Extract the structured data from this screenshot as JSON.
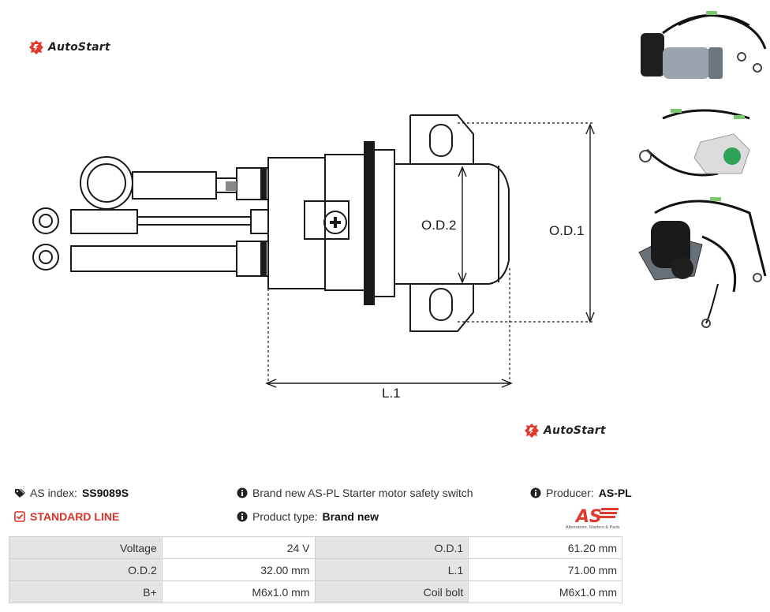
{
  "brand": {
    "name": "AutoStart",
    "icon": "autostart-logo-icon",
    "accent": "#e03a2f"
  },
  "drawing": {
    "labels": {
      "od2": "O.D.2",
      "od1": "O.D.1",
      "l1": "L.1"
    }
  },
  "info": {
    "as_index_label": "AS index:",
    "as_index_value": "SS9089S",
    "standard_line": "STANDARD LINE",
    "description": "Brand new AS-PL Starter motor safety switch",
    "product_type_label": "Product type:",
    "product_type_value": "Brand new",
    "producer_label": "Producer:",
    "producer_value": "AS-PL"
  },
  "producer_logo": {
    "text": "AS",
    "tagline": "Alternators, Starters & Parts",
    "color": "#e03a2f"
  },
  "specs": [
    [
      {
        "label": "Voltage",
        "value": "24 V"
      },
      {
        "label": "O.D.1",
        "value": "61.20 mm"
      }
    ],
    [
      {
        "label": "O.D.2",
        "value": "32.00 mm"
      },
      {
        "label": "L.1",
        "value": "71.00 mm"
      }
    ],
    [
      {
        "label": "B+",
        "value": "M6x1.0 mm"
      },
      {
        "label": "Coil bolt",
        "value": "M6x1.0 mm"
      }
    ]
  ],
  "icons": {
    "tags": "tags-icon",
    "info": "info-circle-icon",
    "check": "check-square-icon"
  }
}
